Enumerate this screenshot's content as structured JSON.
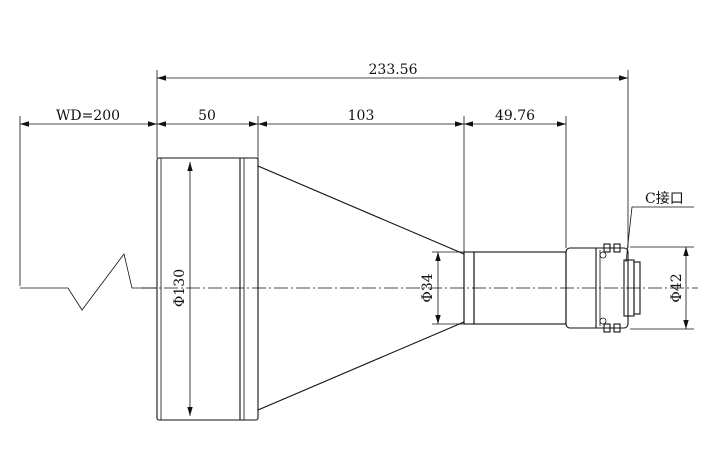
{
  "dimensions": {
    "total_length": "233.56",
    "working_distance": "WD=200",
    "front_barrel_length": "50",
    "cone_length": "103",
    "rear_length": "49.76",
    "front_diameter": "Φ130",
    "rear_barrel_diameter": "Φ34",
    "mount_diameter": "Φ42"
  },
  "labels": {
    "mount": "C接口"
  }
}
